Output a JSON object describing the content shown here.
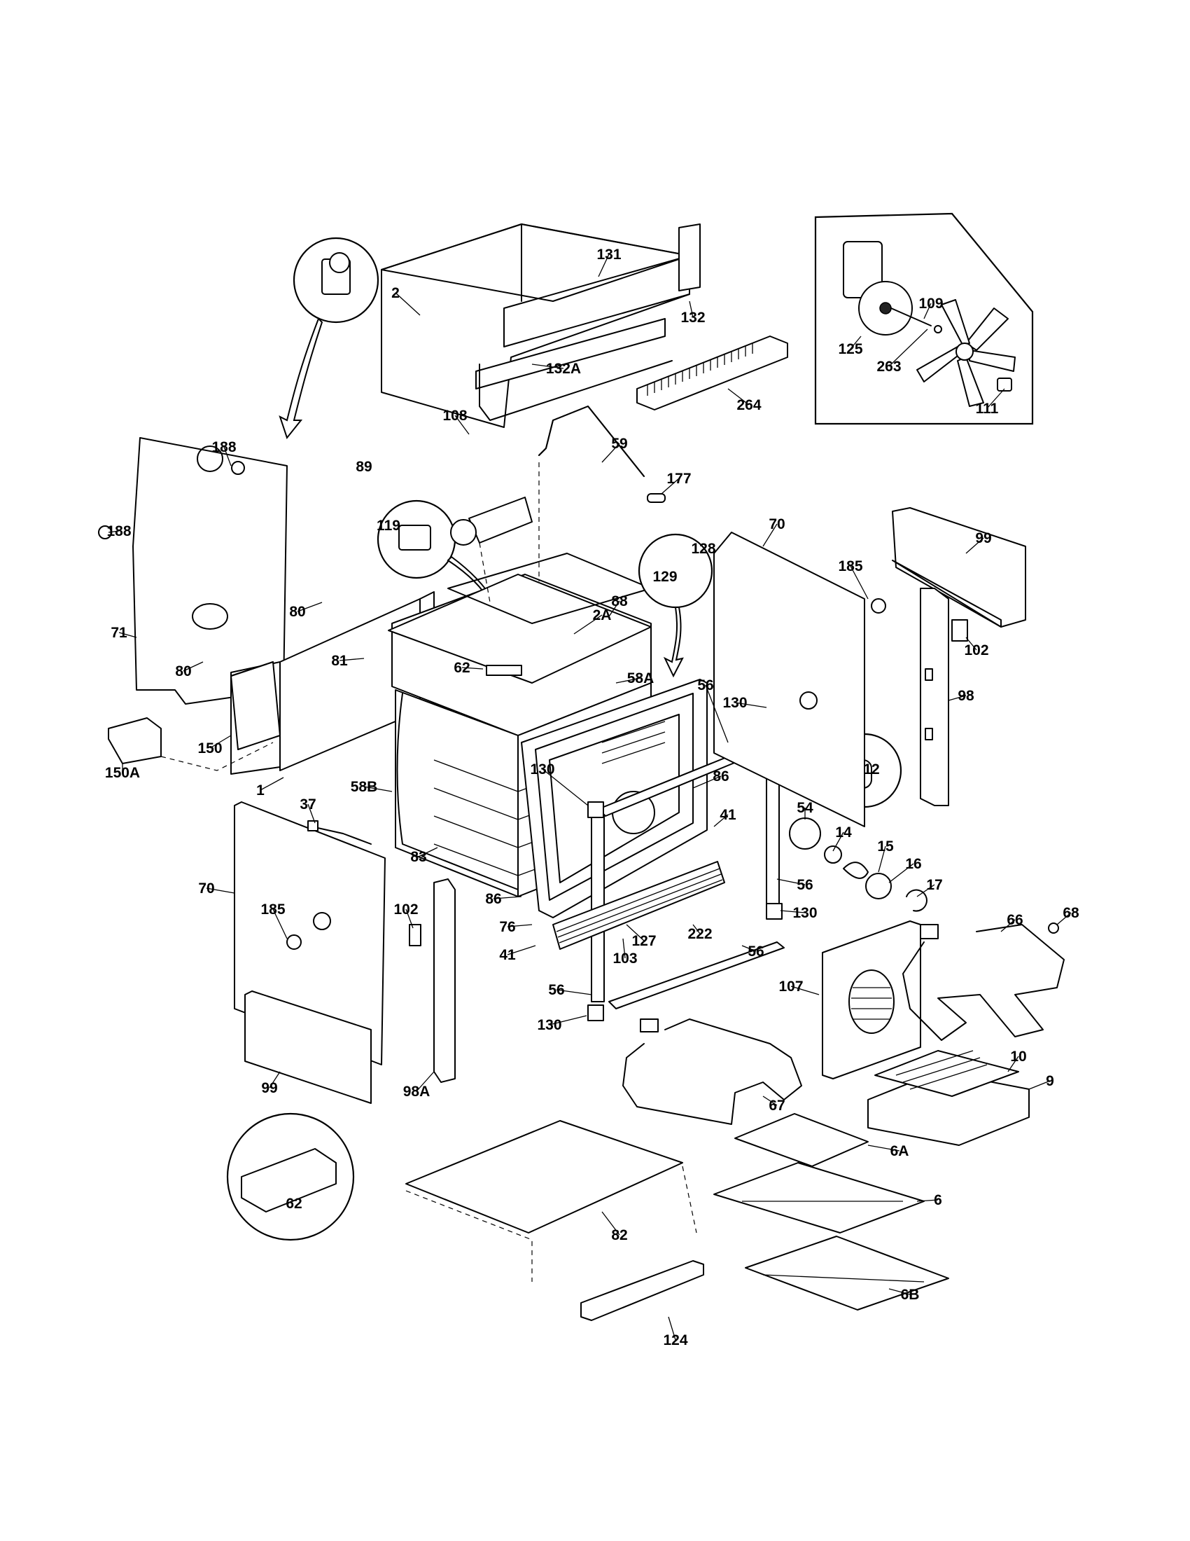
{
  "parts": [
    {
      "id": "p1",
      "label": "1"
    },
    {
      "id": "p2",
      "label": "2"
    },
    {
      "id": "p2a",
      "label": "2A"
    },
    {
      "id": "p6",
      "label": "6"
    },
    {
      "id": "p6a",
      "label": "6A"
    },
    {
      "id": "p6b",
      "label": "6B"
    },
    {
      "id": "p9",
      "label": "9"
    },
    {
      "id": "p10",
      "label": "10"
    },
    {
      "id": "p12",
      "label": "12"
    },
    {
      "id": "p14",
      "label": "14"
    },
    {
      "id": "p15",
      "label": "15"
    },
    {
      "id": "p16",
      "label": "16"
    },
    {
      "id": "p17",
      "label": "17"
    },
    {
      "id": "p37",
      "label": "37"
    },
    {
      "id": "p41a",
      "label": "41"
    },
    {
      "id": "p41b",
      "label": "41"
    },
    {
      "id": "p54",
      "label": "54"
    },
    {
      "id": "p56a",
      "label": "56"
    },
    {
      "id": "p56b",
      "label": "56"
    },
    {
      "id": "p56c",
      "label": "56"
    },
    {
      "id": "p56d",
      "label": "56"
    },
    {
      "id": "p58a",
      "label": "58A"
    },
    {
      "id": "p58b",
      "label": "58B"
    },
    {
      "id": "p59",
      "label": "59"
    },
    {
      "id": "p62a",
      "label": "62"
    },
    {
      "id": "p62b",
      "label": "62"
    },
    {
      "id": "p66",
      "label": "66"
    },
    {
      "id": "p67",
      "label": "67"
    },
    {
      "id": "p68",
      "label": "68"
    },
    {
      "id": "p70a",
      "label": "70"
    },
    {
      "id": "p70b",
      "label": "70"
    },
    {
      "id": "p71",
      "label": "71"
    },
    {
      "id": "p76",
      "label": "76"
    },
    {
      "id": "p80a",
      "label": "80"
    },
    {
      "id": "p80b",
      "label": "80"
    },
    {
      "id": "p81",
      "label": "81"
    },
    {
      "id": "p82",
      "label": "82"
    },
    {
      "id": "p83",
      "label": "83"
    },
    {
      "id": "p86a",
      "label": "86"
    },
    {
      "id": "p86b",
      "label": "86"
    },
    {
      "id": "p88",
      "label": "88"
    },
    {
      "id": "p89",
      "label": "89"
    },
    {
      "id": "p98",
      "label": "98"
    },
    {
      "id": "p98a",
      "label": "98A"
    },
    {
      "id": "p99a",
      "label": "99"
    },
    {
      "id": "p99b",
      "label": "99"
    },
    {
      "id": "p102a",
      "label": "102"
    },
    {
      "id": "p102b",
      "label": "102"
    },
    {
      "id": "p103",
      "label": "103"
    },
    {
      "id": "p107",
      "label": "107"
    },
    {
      "id": "p108",
      "label": "108"
    },
    {
      "id": "p109",
      "label": "109"
    },
    {
      "id": "p111",
      "label": "111"
    },
    {
      "id": "p119",
      "label": "119"
    },
    {
      "id": "p124",
      "label": "124"
    },
    {
      "id": "p125",
      "label": "125"
    },
    {
      "id": "p127",
      "label": "127"
    },
    {
      "id": "p128",
      "label": "128"
    },
    {
      "id": "p129",
      "label": "129"
    },
    {
      "id": "p130a",
      "label": "130"
    },
    {
      "id": "p130b",
      "label": "130"
    },
    {
      "id": "p130c",
      "label": "130"
    },
    {
      "id": "p130d",
      "label": "130"
    },
    {
      "id": "p131",
      "label": "131"
    },
    {
      "id": "p132",
      "label": "132"
    },
    {
      "id": "p132a",
      "label": "132A"
    },
    {
      "id": "p150",
      "label": "150"
    },
    {
      "id": "p150a",
      "label": "150A"
    },
    {
      "id": "p177",
      "label": "177"
    },
    {
      "id": "p185a",
      "label": "185"
    },
    {
      "id": "p185b",
      "label": "185"
    },
    {
      "id": "p188a",
      "label": "188"
    },
    {
      "id": "p188b",
      "label": "188"
    },
    {
      "id": "p222",
      "label": "222"
    },
    {
      "id": "p263",
      "label": "263"
    },
    {
      "id": "p264",
      "label": "264"
    }
  ]
}
